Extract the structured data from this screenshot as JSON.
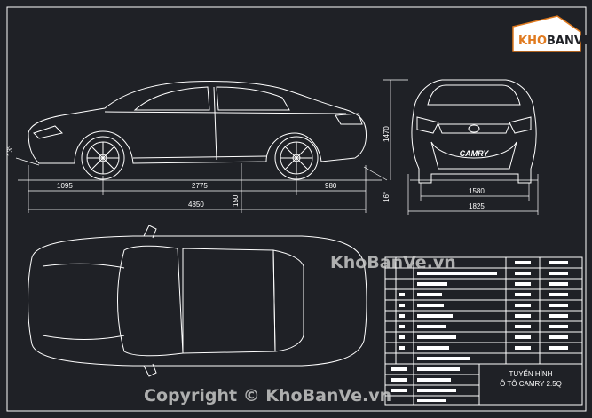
{
  "logo": {
    "text": "KHOBANVE",
    "part1": "KHO",
    "part2": "BANVE"
  },
  "watermark": {
    "center": "KhoBanVe.vn",
    "bottom": "Copyright © KhoBanVe.vn"
  },
  "side_view": {
    "angle_front": "13°",
    "dimensions": {
      "front_overhang": "1095",
      "wheelbase": "2775",
      "rear_overhang": "980",
      "length": "4850",
      "ground_clearance": "150",
      "height": "1470",
      "angle_rear": "16°"
    }
  },
  "front_view": {
    "badge": "CAMRY",
    "track": "1580",
    "width": "1825"
  },
  "title_block": {
    "title_line1": "TUYẾN HÌNH",
    "title_line2": "Ô TÔ CAMRY 2.5Q"
  },
  "colors": {
    "background": "#1f2126",
    "lines": "#ffffff",
    "accent": "#e07a1f",
    "watermark": "#c8c8c8"
  }
}
